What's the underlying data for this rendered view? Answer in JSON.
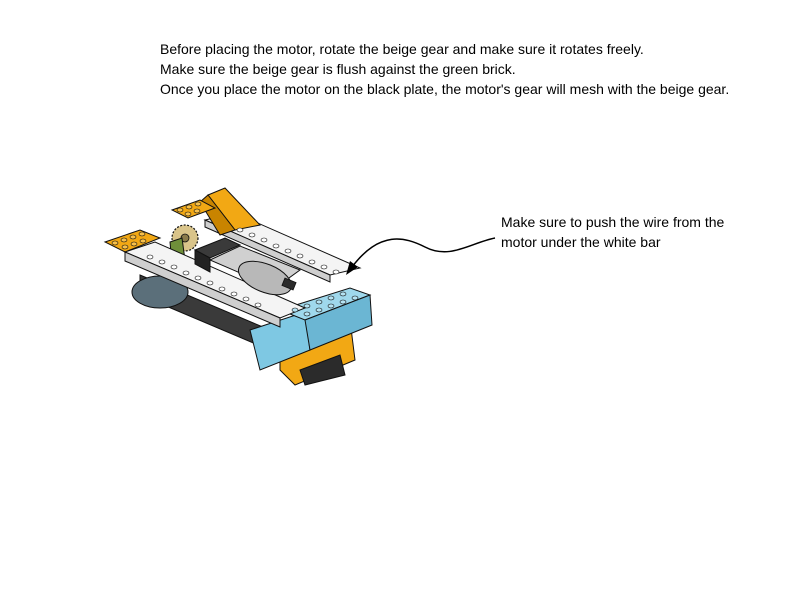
{
  "instructions": {
    "lines": [
      "Before placing the motor, rotate the beige gear and make sure it rotates freely.",
      "Make sure the beige gear is flush against the green brick.",
      "Once you place the motor on the black plate, the motor's gear will mesh with the beige gear."
    ]
  },
  "callout": {
    "lines": [
      "Make sure to push the wire from the",
      "motor under the white bar"
    ]
  },
  "illustration": {
    "icon": "lego-motor-assembly-icon",
    "colors": {
      "orange": "#f2a814",
      "white": "#f4f4f4",
      "light_blue": "#7ec8e3",
      "gray": "#b8b8b8",
      "dark": "#2b2b2b",
      "beige": "#d9c48a",
      "green": "#6f8f3a"
    }
  }
}
